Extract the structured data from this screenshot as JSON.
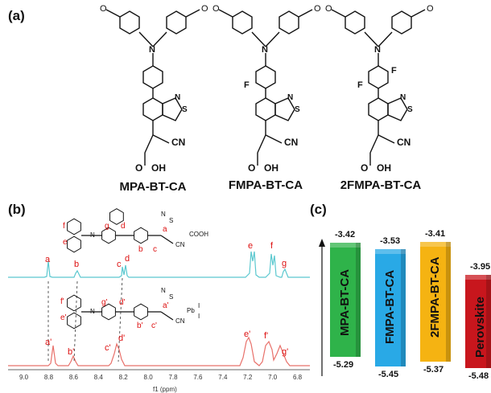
{
  "panels": {
    "a": "(a)",
    "b": "(b)",
    "c": "(c)"
  },
  "molecules": [
    {
      "name": "MPA-BT-CA"
    },
    {
      "name": "FMPA-BT-CA"
    },
    {
      "name": "2FMPA-BT-CA"
    }
  ],
  "structure_labels": {
    "n": "N",
    "s": "S",
    "f": "F",
    "cn": "CN",
    "oh": "OH",
    "o": "O",
    "cooh": "COOH",
    "pb": "Pb",
    "i": "I"
  },
  "nmr": {
    "axis_ticks": [
      "9.0",
      "8.8",
      "8.6",
      "8.4",
      "8.2",
      "8.0",
      "7.8",
      "7.6",
      "7.4",
      "7.2",
      "7.0",
      "6.8"
    ],
    "axis_label": "f1 (ppm)",
    "top_peak_labels": [
      "a",
      "b",
      "c",
      "d",
      "e",
      "f",
      "g"
    ],
    "bottom_peak_labels": [
      "a'",
      "b'",
      "c'",
      "d'",
      "e'",
      "f'",
      "g'"
    ],
    "inset_top_labels": [
      "f",
      "e",
      "g",
      "d",
      "a",
      "b",
      "c"
    ],
    "inset_bottom_labels": [
      "f'",
      "e'",
      "g'",
      "d'",
      "a'",
      "b'",
      "c'"
    ],
    "top_color": "#5bc8cf",
    "bottom_color": "#e8706a"
  },
  "energy_diagram": {
    "bars": [
      {
        "name": "MPA-BT-CA",
        "lumo": "-3.42",
        "homo": "-5.29",
        "color": "#2fb34a"
      },
      {
        "name": "FMPA-BT-CA",
        "lumo": "-3.53",
        "homo": "-5.45",
        "color": "#29a9e6"
      },
      {
        "name": "2FMPA-BT-CA",
        "lumo": "-3.41",
        "homo": "-5.37",
        "color": "#f5b312"
      },
      {
        "name": "Perovskite",
        "lumo": "-3.95",
        "homo": "-5.48",
        "color": "#c8161d"
      }
    ]
  }
}
